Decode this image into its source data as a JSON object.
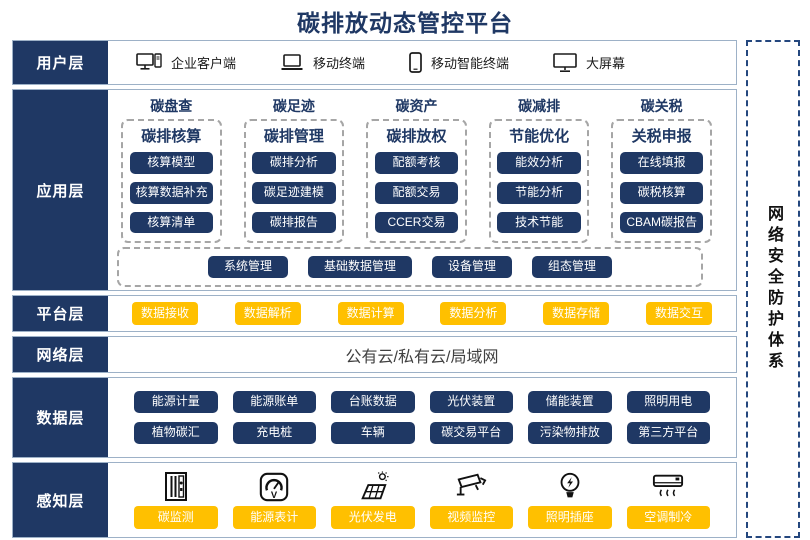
{
  "title": "碳排放动态管控平台",
  "colors": {
    "navy": "#1F3864",
    "yellow": "#FFC000",
    "band_border": "#9DB1C7",
    "dashed_gray": "#A6A6A6",
    "security_border": "#24477E"
  },
  "user_layer": {
    "label": "用户层",
    "items": [
      {
        "icon": "desktop-pc-icon",
        "label": "企业客户端"
      },
      {
        "icon": "laptop-icon",
        "label": "移动终端"
      },
      {
        "icon": "smartphone-icon",
        "label": "移动智能终端"
      },
      {
        "icon": "big-screen-icon",
        "label": "大屏幕"
      }
    ]
  },
  "app_layer": {
    "label": "应用层",
    "columns": [
      {
        "header": "碳盘查",
        "subtitle": "碳排核算",
        "items": [
          "核算模型",
          "核算数据补充",
          "核算清单"
        ]
      },
      {
        "header": "碳足迹",
        "subtitle": "碳排管理",
        "items": [
          "碳排分析",
          "碳足迹建模",
          "碳排报告"
        ]
      },
      {
        "header": "碳资产",
        "subtitle": "碳排放权",
        "items": [
          "配额考核",
          "配额交易",
          "CCER交易"
        ]
      },
      {
        "header": "碳减排",
        "subtitle": "节能优化",
        "items": [
          "能效分析",
          "节能分析",
          "技术节能"
        ]
      },
      {
        "header": "碳关税",
        "subtitle": "关税申报",
        "items": [
          "在线填报",
          "碳税核算",
          "CBAM碳报告"
        ]
      }
    ],
    "bottom_items": [
      "系统管理",
      "基础数据管理",
      "设备管理",
      "组态管理"
    ]
  },
  "platform_layer": {
    "label": "平台层",
    "items": [
      "数据接收",
      "数据解析",
      "数据计算",
      "数据分析",
      "数据存储",
      "数据交互"
    ]
  },
  "network_layer": {
    "label": "网络层",
    "content": "公有云/私有云/局域网"
  },
  "data_layer": {
    "label": "数据层",
    "rows": [
      [
        "能源计量",
        "能源账单",
        "台账数据",
        "光伏装置",
        "储能装置",
        "照明用电"
      ],
      [
        "植物碳汇",
        "充电桩",
        "车辆",
        "碳交易平台",
        "污染物排放",
        "第三方平台"
      ]
    ]
  },
  "sensing_layer": {
    "label": "感知层",
    "items": [
      {
        "icon": "cabinet-icon",
        "label": "碳监测"
      },
      {
        "icon": "meter-icon",
        "label": "能源表计"
      },
      {
        "icon": "solar-panel-icon",
        "label": "光伏发电"
      },
      {
        "icon": "cctv-camera-icon",
        "label": "视频监控"
      },
      {
        "icon": "light-bulb-icon",
        "label": "照明插座"
      },
      {
        "icon": "air-conditioner-icon",
        "label": "空调制冷"
      }
    ]
  },
  "security_panel": {
    "text": "网络安全防护体系"
  }
}
